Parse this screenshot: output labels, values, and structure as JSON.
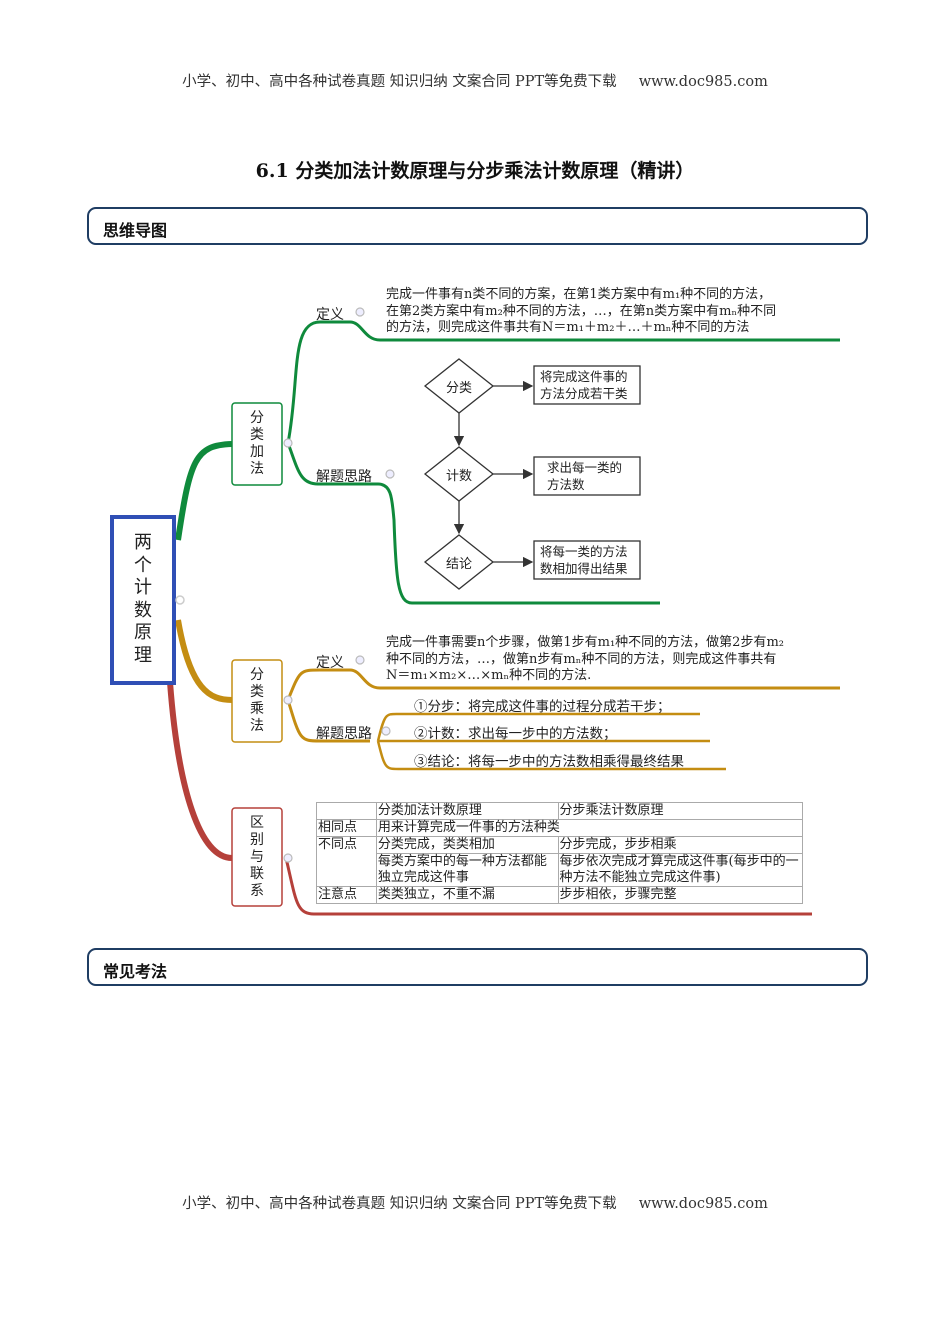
{
  "header": {
    "text": "小学、初中、高中各种试卷真题  知识归纳  文案合同  PPT等免费下载",
    "url": "www.doc985.com"
  },
  "footer": {
    "text": "小学、初中、高中各种试卷真题  知识归纳  文案合同  PPT等免费下载",
    "url": "www.doc985.com"
  },
  "title": "6.1  分类加法计数原理与分步乘法计数原理（精讲）",
  "sections": {
    "mindmap": "思维导图",
    "methods": "常见考法"
  },
  "root": "两个计数原理",
  "branch_add": {
    "label": "分类加法",
    "def_label": "定义",
    "def_lines": [
      "完成一件事有n类不同的方案，在第1类方案中有m₁种不同的方法，",
      "在第2类方案中有m₂种不同的方法，…，在第n类方案中有mₙ种不同",
      "的方法，则完成这件事共有N＝m₁＋m₂＋…＋mₙ种不同的方法"
    ],
    "idea_label": "解题思路",
    "flow": [
      {
        "diamond": "分类",
        "box_lines": [
          "将完成这件事的",
          "方法分成若干类"
        ]
      },
      {
        "diamond": "计数",
        "box_lines": [
          "求出每一类的",
          "方法数"
        ]
      },
      {
        "diamond": "结论",
        "box_lines": [
          "将每一类的方法",
          "数相加得出结果"
        ]
      }
    ]
  },
  "branch_mul": {
    "label": "分类乘法",
    "def_label": "定义",
    "def_lines": [
      "完成一件事需要n个步骤，做第1步有m₁种不同的方法，做第2步有m₂",
      "种不同的方法，…，做第n步有mₙ种不同的方法，则完成这件事共有",
      "N＝m₁×m₂×…×mₙ种不同的方法."
    ],
    "idea_label": "解题思路",
    "steps": [
      "①分步：将完成这件事的过程分成若干步；",
      "②计数：求出每一步中的方法数；",
      "③结论：将每一步中的方法数相乘得最终结果"
    ]
  },
  "branch_rel": {
    "label": "区别与联系",
    "table": {
      "header": [
        "",
        "分类加法计数原理",
        "分步乘法计数原理"
      ],
      "same_label": "相同点",
      "same_text": "用来计算完成一件事的方法种类",
      "diff_label": "不同点",
      "diff_rows": [
        [
          "分类完成，类类相加",
          "分步完成，步步相乘"
        ],
        [
          "每类方案中的每一种方法都能独立完成这件事",
          "每步依次完成才算完成这件事(每步中的一种方法不能独立完成这件事)"
        ]
      ],
      "note_label": "注意点",
      "note_row": [
        "类类独立，不重不漏",
        "步步相依，步骤完整"
      ]
    }
  },
  "colors": {
    "green": "#0f8a3c",
    "gold": "#c48d12",
    "red": "#b5403a",
    "blue_root": "#2f4fb5",
    "section_border": "#1f3d63"
  }
}
